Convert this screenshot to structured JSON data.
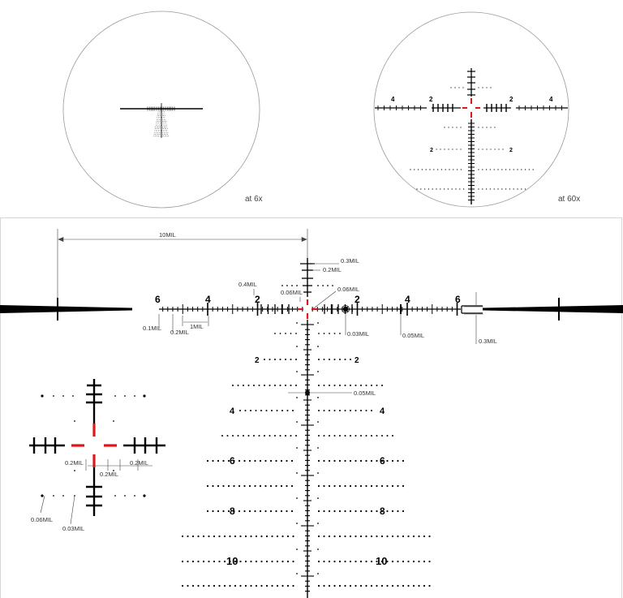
{
  "scopes": {
    "low": {
      "caption": "at 6x"
    },
    "high": {
      "caption": "at 60x",
      "h_numbers": [
        "4",
        "2",
        "2",
        "4"
      ],
      "v_numbers": [
        "2",
        "2"
      ]
    }
  },
  "reticle": {
    "horizontal_numbers": [
      "6",
      "4",
      "2",
      "2",
      "4",
      "6"
    ],
    "vertical_left_numbers": [
      "2",
      "4",
      "6",
      "8",
      "10"
    ],
    "vertical_right_numbers": [
      "2",
      "4",
      "6",
      "8",
      "10"
    ]
  },
  "callouts": {
    "ten_mil": "10MIL",
    "top_03": "0.3MIL",
    "top_02": "0.2MIL",
    "tick_04": "0.4MIL",
    "dot_006": "0.06MIL",
    "center_006": "0.06MIL",
    "left_01": "0.1MIL",
    "left_02": "0.2MIL",
    "left_1": "1MIL",
    "right_003": "0.03MIL",
    "right_005": "0.05MIL",
    "post_03": "0.3MIL",
    "vert_005": "0.05MIL"
  },
  "inset": {
    "left_02": "0.2MIL",
    "center_02": "0.2MIL",
    "right_02": "0.2MIL",
    "dot_006": "0.06MIL",
    "dot_003": "0.03MIL"
  },
  "colors": {
    "reticle": "#000000",
    "center_red": "#e0161b",
    "frame": "#9a9a9a"
  }
}
